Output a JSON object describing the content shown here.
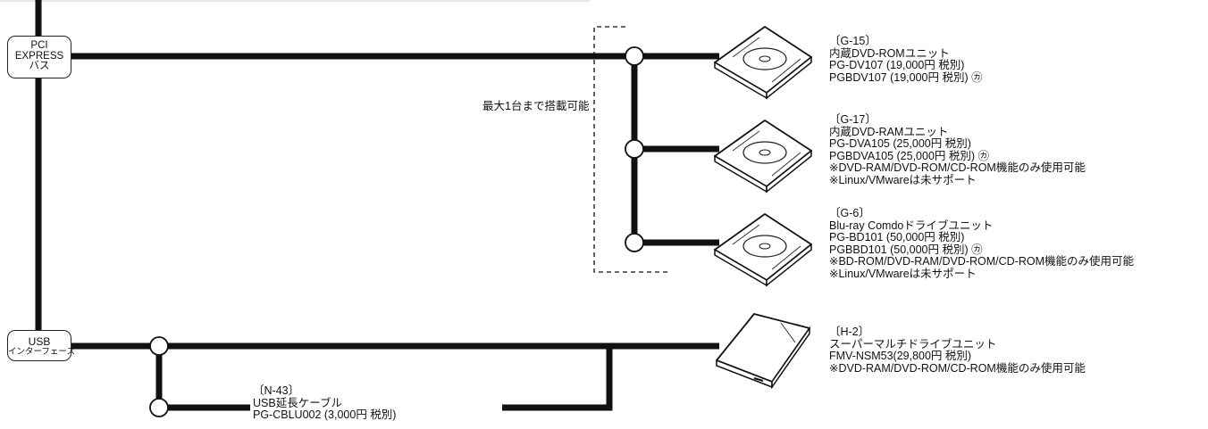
{
  "colors": {
    "line": "#111111",
    "box_border": "#222222",
    "text": "#111111",
    "background": "#ffffff"
  },
  "buses": {
    "pci": [
      "PCI",
      "EXPRESS",
      "バス"
    ],
    "usb": [
      "USB",
      "インターフェース"
    ]
  },
  "note": "最大1台まで搭載可能",
  "devices": [
    {
      "icon": "optical-drive-icon",
      "lines": [
        "〔G-15〕",
        "内蔵DVD-ROMユニット",
        "PG-DV107  (19,000円 税別)",
        "PGBDV107  (19,000円 税別) ㋕"
      ]
    },
    {
      "icon": "optical-drive-icon",
      "lines": [
        "〔G-17〕",
        "内蔵DVD-RAMユニット",
        "PG-DVA105  (25,000円 税別)",
        "PGBDVA105  (25,000円 税別) ㋕",
        "※DVD-RAM/DVD-ROM/CD-ROM機能のみ使用可能",
        "※Linux/VMwareは未サポート"
      ]
    },
    {
      "icon": "optical-drive-icon",
      "lines": [
        "〔G-6〕",
        "Blu-ray Comdoドライブユニット",
        "PG-BD101  (50,000円 税別)",
        "PGBBD101  (50,000円 税別) ㋕",
        "※BD-ROM/DVD-RAM/DVD-ROM/CD-ROM機能のみ使用可能",
        "※Linux/VMwareは未サポート"
      ]
    },
    {
      "icon": "external-drive-icon",
      "lines": [
        "〔H-2〕",
        "スーパーマルチドライブユニット",
        "FMV-NSM53(29,800円 税別)",
        "※DVD-RAM/DVD-ROM/CD-ROM機能のみ使用可能"
      ]
    }
  ],
  "cable": {
    "lines": [
      "〔N-43〕",
      "USB延長ケーブル",
      "PG-CBLU002  (3,000円 税別)"
    ]
  }
}
